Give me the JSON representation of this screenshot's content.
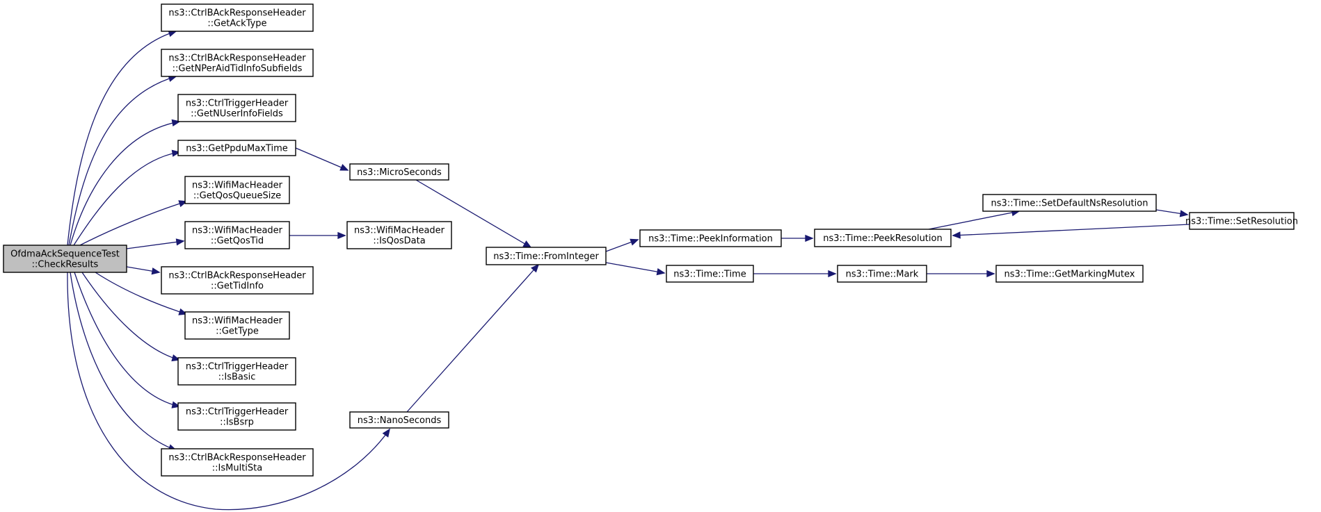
{
  "diagram": {
    "type": "call-graph",
    "nodes": [
      {
        "id": "root",
        "lines": [
          "OfdmaAckSequenceTest",
          "::CheckResults"
        ],
        "highlighted": true
      },
      {
        "id": "getAckType",
        "lines": [
          "ns3::CtrlBAckResponseHeader",
          "::GetAckType"
        ]
      },
      {
        "id": "getNPerAid",
        "lines": [
          "ns3::CtrlBAckResponseHeader",
          "::GetNPerAidTidInfoSubfields"
        ]
      },
      {
        "id": "getNUserInfo",
        "lines": [
          "ns3::CtrlTriggerHeader",
          "::GetNUserInfoFields"
        ]
      },
      {
        "id": "getPpdu",
        "lines": [
          "ns3::GetPpduMaxTime"
        ]
      },
      {
        "id": "getQosQueue",
        "lines": [
          "ns3::WifiMacHeader",
          "::GetQosQueueSize"
        ]
      },
      {
        "id": "getQosTid",
        "lines": [
          "ns3::WifiMacHeader",
          "::GetQosTid"
        ]
      },
      {
        "id": "getTidInfo",
        "lines": [
          "ns3::CtrlBAckResponseHeader",
          "::GetTidInfo"
        ]
      },
      {
        "id": "getType",
        "lines": [
          "ns3::WifiMacHeader",
          "::GetType"
        ]
      },
      {
        "id": "isBasic",
        "lines": [
          "ns3::CtrlTriggerHeader",
          "::IsBasic"
        ]
      },
      {
        "id": "isBsrp",
        "lines": [
          "ns3::CtrlTriggerHeader",
          "::IsBsrp"
        ]
      },
      {
        "id": "isMultiSta",
        "lines": [
          "ns3::CtrlBAckResponseHeader",
          "::IsMultiSta"
        ]
      },
      {
        "id": "microSeconds",
        "lines": [
          "ns3::MicroSeconds"
        ]
      },
      {
        "id": "isQosData",
        "lines": [
          "ns3::WifiMacHeader",
          "::IsQosData"
        ]
      },
      {
        "id": "nanoSeconds",
        "lines": [
          "ns3::NanoSeconds"
        ]
      },
      {
        "id": "fromInteger",
        "lines": [
          "ns3::Time::FromInteger"
        ]
      },
      {
        "id": "peekInformation",
        "lines": [
          "ns3::Time::PeekInformation"
        ]
      },
      {
        "id": "timeTime",
        "lines": [
          "ns3::Time::Time"
        ]
      },
      {
        "id": "peekResolution",
        "lines": [
          "ns3::Time::PeekResolution"
        ]
      },
      {
        "id": "setDefaultNs",
        "lines": [
          "ns3::Time::SetDefaultNsResolution"
        ]
      },
      {
        "id": "setResolution",
        "lines": [
          "ns3::Time::SetResolution"
        ]
      },
      {
        "id": "mark",
        "lines": [
          "ns3::Time::Mark"
        ]
      },
      {
        "id": "getMarkingMutex",
        "lines": [
          "ns3::Time::GetMarkingMutex"
        ]
      }
    ],
    "edges": [
      {
        "from": "root",
        "to": "getAckType"
      },
      {
        "from": "root",
        "to": "getNPerAid"
      },
      {
        "from": "root",
        "to": "getNUserInfo"
      },
      {
        "from": "root",
        "to": "getPpdu"
      },
      {
        "from": "root",
        "to": "getQosQueue"
      },
      {
        "from": "root",
        "to": "getQosTid"
      },
      {
        "from": "root",
        "to": "getTidInfo"
      },
      {
        "from": "root",
        "to": "getType"
      },
      {
        "from": "root",
        "to": "isBasic"
      },
      {
        "from": "root",
        "to": "isBsrp"
      },
      {
        "from": "root",
        "to": "isMultiSta"
      },
      {
        "from": "root",
        "to": "nanoSeconds"
      },
      {
        "from": "getPpdu",
        "to": "microSeconds"
      },
      {
        "from": "getQosTid",
        "to": "isQosData"
      },
      {
        "from": "microSeconds",
        "to": "fromInteger"
      },
      {
        "from": "nanoSeconds",
        "to": "fromInteger"
      },
      {
        "from": "fromInteger",
        "to": "peekInformation"
      },
      {
        "from": "fromInteger",
        "to": "timeTime"
      },
      {
        "from": "peekInformation",
        "to": "peekResolution"
      },
      {
        "from": "peekResolution",
        "to": "setDefaultNs"
      },
      {
        "from": "setDefaultNs",
        "to": "setResolution"
      },
      {
        "from": "setResolution",
        "to": "peekResolution"
      },
      {
        "from": "timeTime",
        "to": "mark"
      },
      {
        "from": "mark",
        "to": "getMarkingMutex"
      }
    ]
  }
}
